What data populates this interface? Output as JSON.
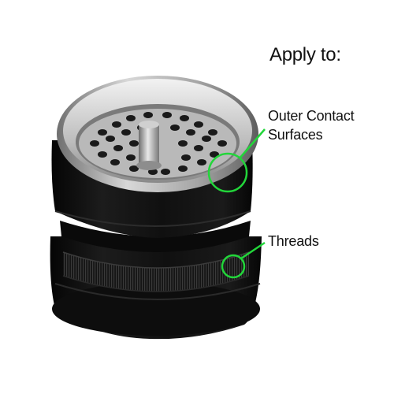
{
  "heading": "Apply to:",
  "callouts": [
    {
      "line1": "Outer Contact",
      "line2": "Surfaces"
    },
    {
      "line1": "Threads"
    }
  ],
  "colors": {
    "callout": "#22d63a",
    "text": "#111111",
    "body": "#141414"
  }
}
